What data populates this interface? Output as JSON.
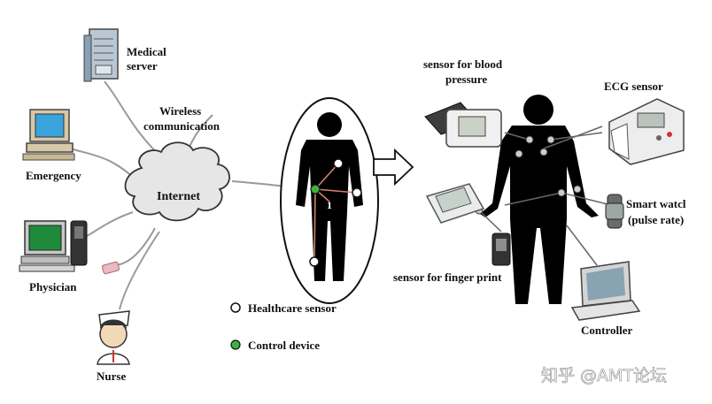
{
  "labels": {
    "medical_server": [
      "Medical",
      "server"
    ],
    "emergency": "Emergency",
    "physician": "Physician",
    "nurse": "Nurse",
    "wireless": [
      "Wireless",
      "communication"
    ],
    "internet": "Internet",
    "body_node": "1",
    "sensor_blood": [
      "sensor for blood",
      "pressure"
    ],
    "ecg": "ECG sensor",
    "smart_watch": [
      "Smart watcl",
      "(pulse rate)"
    ],
    "finger": "sensor for finger print",
    "controller": "Controller"
  },
  "legend": {
    "healthcare_sensor": "Healthcare sensor",
    "control_device": "Control device"
  },
  "colors": {
    "sensor_node": "#ffffff",
    "control_node": "#3db33d",
    "body_links": "#d08070",
    "network_lines": "#999999",
    "cloud_fill": "#e6e6e6"
  },
  "watermark": "知乎 @AMT论坛"
}
